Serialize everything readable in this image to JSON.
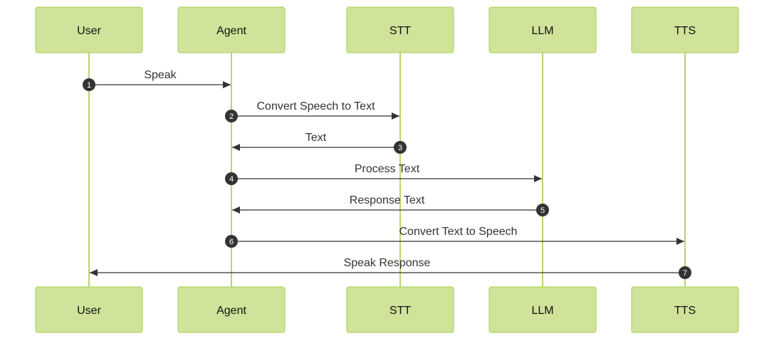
{
  "colors": {
    "actor_fill": "#cfe39a",
    "actor_stroke": "#a9cf52",
    "lifeline": "#a2c73a",
    "message": "#333333",
    "sequence_dot": "#333333",
    "sequence_text": "#ffffff"
  },
  "actors": [
    {
      "id": "user",
      "label": "User"
    },
    {
      "id": "agent",
      "label": "Agent"
    },
    {
      "id": "stt",
      "label": "STT"
    },
    {
      "id": "llm",
      "label": "LLM"
    },
    {
      "id": "tts",
      "label": "TTS"
    }
  ],
  "messages": [
    {
      "number": "1",
      "from": "user",
      "to": "agent",
      "label": "Speak"
    },
    {
      "number": "2",
      "from": "agent",
      "to": "stt",
      "label": "Convert Speech to Text"
    },
    {
      "number": "3",
      "from": "stt",
      "to": "agent",
      "label": "Text"
    },
    {
      "number": "4",
      "from": "agent",
      "to": "llm",
      "label": "Process Text"
    },
    {
      "number": "5",
      "from": "llm",
      "to": "agent",
      "label": "Response Text"
    },
    {
      "number": "6",
      "from": "agent",
      "to": "tts",
      "label": "Convert Text to Speech"
    },
    {
      "number": "7",
      "from": "tts",
      "to": "user",
      "label": "Speak Response"
    }
  ]
}
